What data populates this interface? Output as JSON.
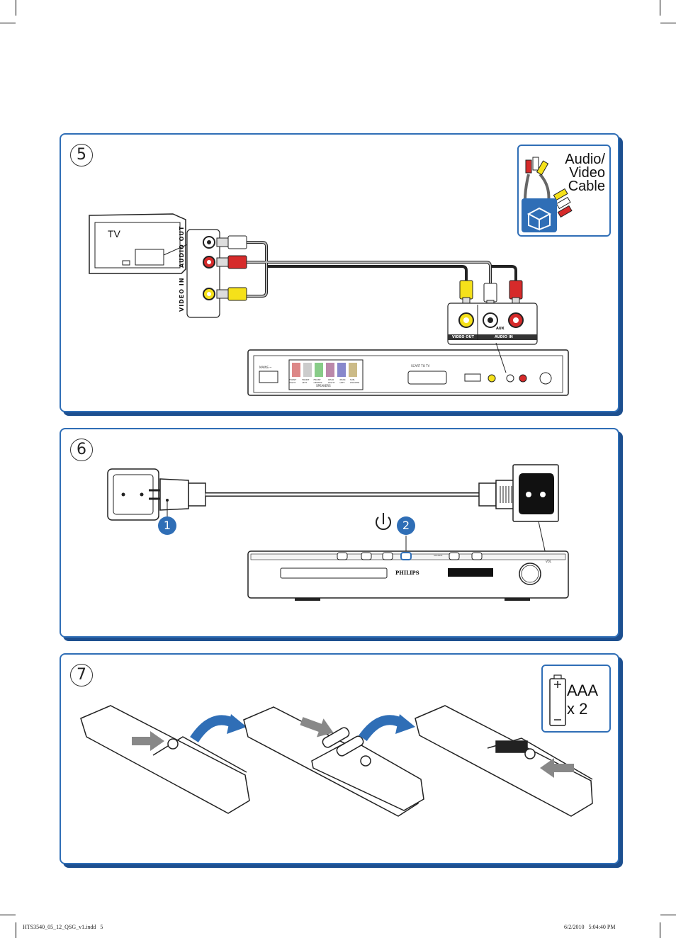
{
  "steps": [
    {
      "number": "5"
    },
    {
      "number": "6"
    },
    {
      "number": "7"
    }
  ],
  "step5": {
    "tv_label": "TV",
    "cable_label": "Audio/ Video Cable",
    "audio_out_label": "AUDIO OUT",
    "video_in_label": "VIDEO IN",
    "video_out_label": "VIDEO OUT",
    "aux_label": "AUX",
    "audio_in_label": "AUDIO IN",
    "scart_label": "SCART TO TV",
    "speaker_labels": [
      "FRONT RIGHT",
      "FRONT LEFT",
      "FRONT CENTER",
      "REAR RIGHT",
      "REAR LEFT",
      "SUB-WOOFER"
    ],
    "speakers_label": "SPEAKERS",
    "mains_label": "MAINS ~"
  },
  "step6": {
    "callout_1": "1",
    "callout_2": "2",
    "brand": "PHILIPS",
    "vol_label": "VOL",
    "source_label": "SOURCE"
  },
  "step7": {
    "battery_type": "AAA",
    "battery_count": "x 2"
  },
  "footer": {
    "left": "HTS3540_05_12_QSG_v1.indd   5",
    "right": "6/2/2010   5:04:40 PM"
  },
  "colors": {
    "panel_border": "#2f6eb6",
    "arrow_blue": "#2f6eb6",
    "plug_yellow": "#f5e11a",
    "plug_red": "#d62a2a",
    "plug_white": "#ffffff"
  }
}
